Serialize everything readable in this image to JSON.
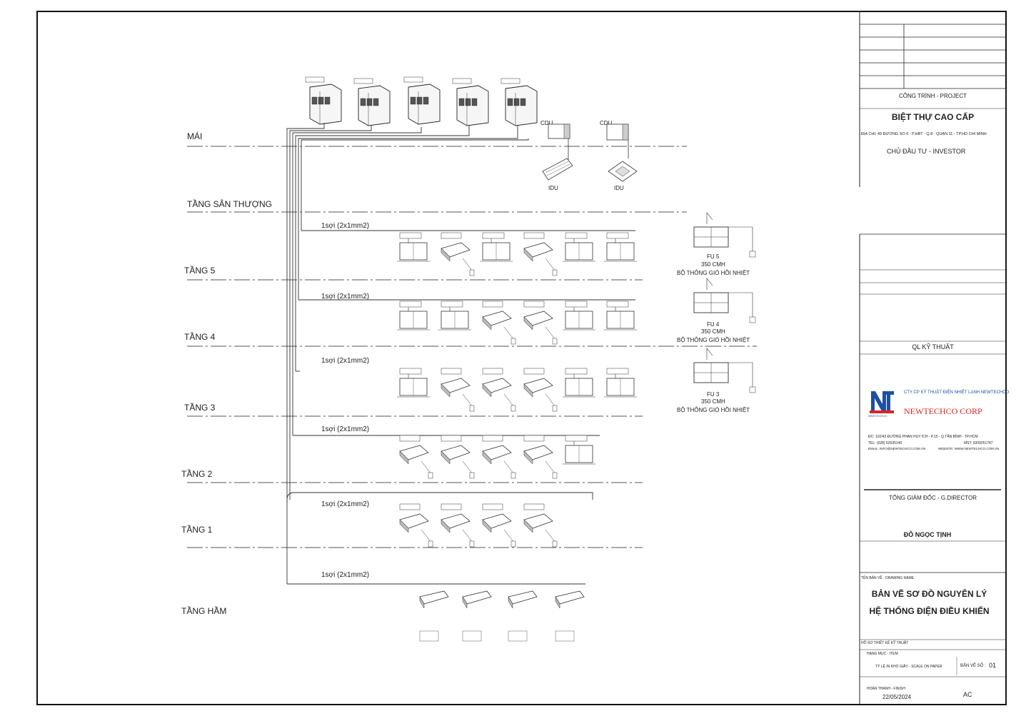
{
  "floors": {
    "roof": "MÁI",
    "terrace": "TẦNG SÂN THƯỢNG",
    "f5": "TẦNG 5",
    "f4": "TẦNG 4",
    "f3": "TẦNG 3",
    "f2": "TẦNG 2",
    "f1": "TẦNG 1",
    "basement": "TẦNG HẦM"
  },
  "wire_label": "1sợi (2x1mm2)",
  "cdu_label": "CDU",
  "idu_label": "IDU",
  "fu": [
    {
      "name": "FU 5",
      "flow": "350 CMH",
      "desc": "BỘ THÔNG GIÓ HỒI NHIỆT"
    },
    {
      "name": "FU 4",
      "flow": "350 CMH",
      "desc": "BỘ THÔNG GIÓ HỒI NHIỆT"
    },
    {
      "name": "FU 3",
      "flow": "350 CMH",
      "desc": "BỘ THÔNG GIÓ HỒI NHIỆT"
    }
  ],
  "title_block": {
    "project_label": "CÔNG TRÌNH - PROJECT",
    "project_name": "BIỆT THỰ CAO CẤP",
    "address": "ĐỊA CHỈ: 49 ĐƯỜNG SỐ 6 - P.HBT - Q.8 - QUẬN 11 - TP.HỒ CHÍ MINH",
    "investor": "CHỦ ĐẦU TƯ - INVESTOR",
    "qc": "QL KỸ THUẬT",
    "logo_letters": "NT",
    "logo_sub": "NEWTECHCO",
    "company_line": "CTY CP KỸ THUẬT ĐIỆN NHIỆT LẠNH NEWTECHCO",
    "company": "NEWTECHCO CORP",
    "address2": "ĐC: 102/42 ĐƯỜNG PHAN HUY ÍCH - P.15 - Q.TÂN BÌNH - TP.HCM",
    "tel": "TEL: (028) 62635140",
    "mst": "MST: 0309251747",
    "email": "EMAIL: INFO@NEWTECHCO.COM.VN",
    "web": "WEBSITE: WWW.NEWTECHCO.COM.VN",
    "director_label": "TỔNG GIÁM ĐỐC - G.DIRECTOR",
    "director_name": "ĐỖ NGỌC TỊNH",
    "drawing_name_label": "TÊN BẢN VẼ - DRAWING NAME",
    "drawing_name_1": "BẢN VẼ SƠ ĐỒ NGUYÊN LÝ",
    "drawing_name_2": "HỆ THỐNG ĐIỆN ĐIỀU KHIỂN",
    "design_stage": "HỒ SƠ THIẾT KẾ KỸ THUẬT",
    "category": "HẠNG MỤC - ITEM",
    "scale": "TỶ LỆ IN KHỔ GIẤY - SCALE ON PAPER",
    "sheet_no_label": "BẢN VẼ SỐ :",
    "sheet_no": "01",
    "date_label": "HOÀN THÀNH - FINISH",
    "date": "22/05/2024",
    "paper": "AC"
  }
}
